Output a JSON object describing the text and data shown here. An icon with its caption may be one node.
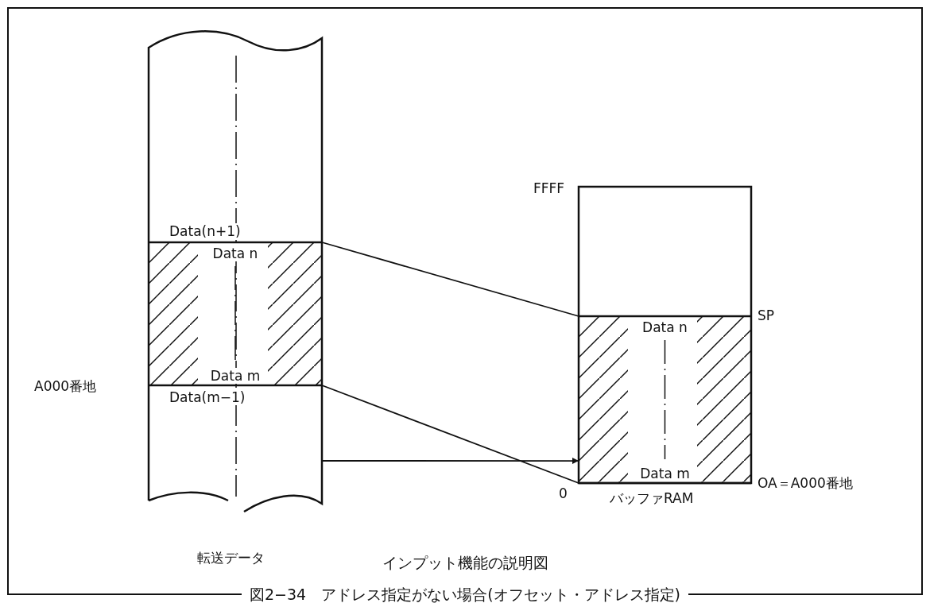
{
  "diagram": {
    "title": "インプット機能の説明図",
    "caption": "図2−34　アドレス指定がない場合(オフセット・アドレス指定)",
    "nodes": [
      {
        "text": [],
        "shape": "box",
        "beside": [
          "転送データ"
        ]
      },
      {
        "text": [
          "Data n",
          "Data m"
        ],
        "in": 0
      },
      {
        "text": [],
        "shape": "box",
        "beside": [
          "バッファRAM"
        ]
      },
      {
        "text": [
          "Data n",
          "Data m"
        ],
        "in": 2
      }
    ],
    "edges": [
      {
        "from": 1,
        "to": 3,
        "arrow": "none"
      },
      {
        "from": 1,
        "to": 3,
        "arrow": "none"
      },
      {
        "from": 0,
        "to": 2,
        "arrow": "to"
      }
    ],
    "labels": [
      "Data(n+1)",
      "FFFF",
      "SP",
      "A000番地",
      "Data(m−1)",
      "0",
      "OA＝A000番地"
    ]
  }
}
